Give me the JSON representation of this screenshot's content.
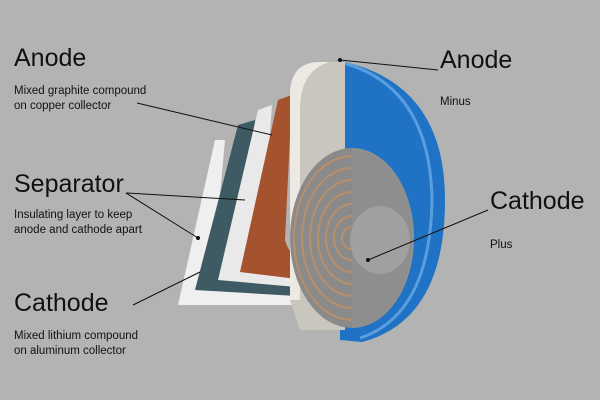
{
  "labels": {
    "anode_left": {
      "title": "Anode",
      "lines": [
        "Mixed graphite compound",
        "on copper collector"
      ]
    },
    "separator": {
      "title": "Separator",
      "lines": [
        "Insulating layer to keep",
        "anode and cathode apart"
      ]
    },
    "cathode_left": {
      "title": "Cathode",
      "lines": [
        "Mixed lithium compound",
        "on aluminum collector"
      ]
    },
    "anode_right": {
      "title": "Anode",
      "sub": "Minus"
    },
    "cathode_right": {
      "title": "Cathode",
      "sub": "Plus"
    }
  },
  "colors": {
    "background": "#b3b3b3",
    "casing": "#1f72c4",
    "anode_sheet": "#a5532f",
    "cathode_sheet": "#3e5a62",
    "separator": "#efefef"
  }
}
